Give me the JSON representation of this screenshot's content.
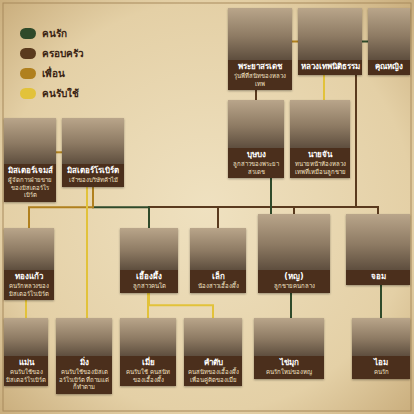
{
  "diagram": {
    "nodes": [
      {
        "text": [
          "พระยาสรเดช",
          "รุ่นพี่ที่สนิทของหลวงเทพ"
        ]
      },
      {
        "text": [
          "หลวงเทพนิติธรรม"
        ]
      },
      {
        "text": [
          "คุณหญิง"
        ]
      },
      {
        "text": [
          "บุษบง",
          "ลูกสาวของพระยาสรเดช"
        ]
      },
      {
        "text": [
          "นายจัน",
          "ทนายหน้าห้องหลวงเทพที่เหมือนลูกชาย"
        ]
      },
      {
        "text": [
          "มิสเตอร์เจมส์",
          "ผู้จัดการฝ่ายขายของมิสเตอร์โรเบิร์ต"
        ]
      },
      {
        "text": [
          "มิสเตอร์โรเบิร์ต",
          "เจ้าของบริษัทค้าไม้"
        ]
      },
      {
        "text": [
          "ทองแก้ว",
          "คนรักหลวงของมิสเตอร์โรเบิร์ต"
        ]
      },
      {
        "text": [
          "เอื้องผึ้ง",
          "ลูกสาวคนโต"
        ]
      },
      {
        "text": [
          "เล็ก",
          "น้องสาวเอื้องผึ้ง"
        ]
      },
      {
        "text": [
          "(หญ)",
          "ลูกชายคนกลาง"
        ]
      },
      {
        "text": [
          "จอม"
        ]
      },
      {
        "text": [
          "แม่น",
          "คนรับใช้ของมิสเตอร์โรเบิร์ต"
        ]
      },
      {
        "text": [
          "มิ่ง",
          "คนรับใช้ของมิสเตอร์โรเบิร์ต ที่ถามแต่ก็ทำตาม"
        ]
      },
      {
        "text": [
          "เมี่ย",
          "คนรับใช้ คนสนิทของเอื้องผึ้ง"
        ]
      },
      {
        "text": [
          "คำตับ",
          "คนสนิทของเอื้องผึ้ง เพื่อนคู่คิดของเมี่ย"
        ]
      },
      {
        "text": [
          "ไข่มุก",
          "คนรักใหม่ของหญ"
        ]
      },
      {
        "text": [
          "ไอม",
          "คนรัก"
        ]
      }
    ],
    "edges": [
      {
        "from": 0,
        "to": 1,
        "arrow": "none"
      },
      {
        "from": 1,
        "to": 2,
        "arrow": "none"
      },
      {
        "from": 0,
        "to": 3,
        "arrow": "none"
      },
      {
        "from": 1,
        "to": 4,
        "arrow": "none"
      },
      {
        "from": 1,
        "to": 8,
        "arrow": "none"
      },
      {
        "from": 1,
        "to": 9,
        "arrow": "none"
      },
      {
        "from": 1,
        "to": 10,
        "arrow": "none"
      },
      {
        "from": 1,
        "to": 11,
        "arrow": "none"
      },
      {
        "from": 5,
        "to": 6,
        "arrow": "none"
      },
      {
        "from": 6,
        "to": 8,
        "arrow": "none"
      },
      {
        "from": 6,
        "to": 7,
        "arrow": "none"
      },
      {
        "from": 3,
        "to": 10,
        "arrow": "none"
      },
      {
        "from": 13,
        "to": 6,
        "arrow": "none"
      },
      {
        "from": 14,
        "to": 8,
        "arrow": "none"
      },
      {
        "from": 15,
        "to": 8,
        "arrow": "none"
      },
      {
        "from": 16,
        "to": 10,
        "arrow": "none"
      },
      {
        "from": 17,
        "to": 11,
        "arrow": "none"
      },
      {
        "from": 12,
        "to": 7,
        "arrow": "none"
      }
    ],
    "legend": [
      {
        "text": "คนรัก",
        "color": "#2f4a2a"
      },
      {
        "text": "ครอบครัว",
        "color": "#5a3a1e"
      },
      {
        "text": "เพื่อน",
        "color": "#b0801e"
      },
      {
        "text": "คนรับใช้",
        "color": "#e2c23a"
      }
    ]
  }
}
